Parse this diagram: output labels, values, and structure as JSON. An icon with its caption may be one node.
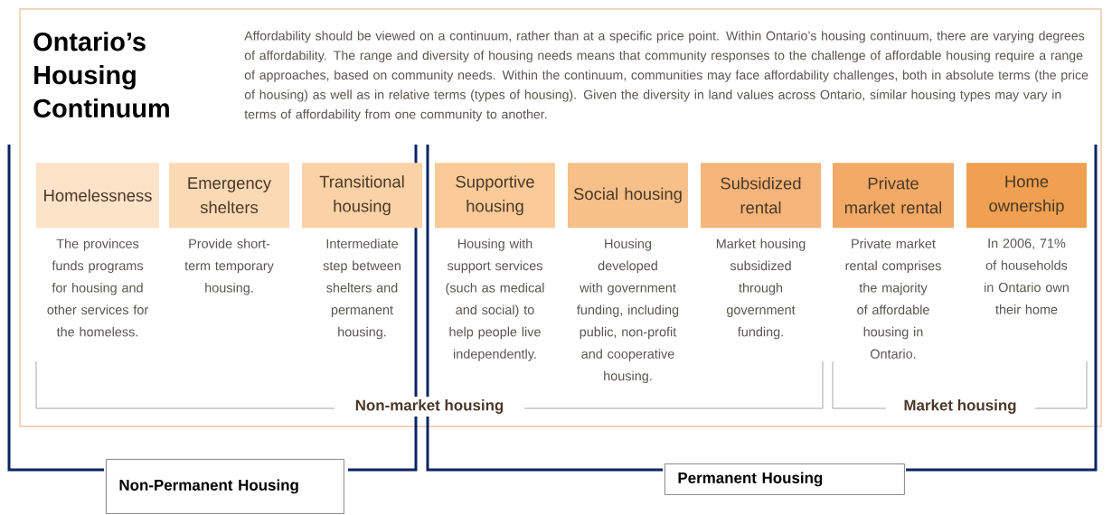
{
  "diagram": {
    "title": "Ontario’s Housing Continuum",
    "nodes": [
      {
        "text": [
          "Homelessness"
        ],
        "beside": [
          "The provinces funds programs for housing and other services for the homeless."
        ]
      },
      {
        "text": [
          "Emergency shelters"
        ],
        "beside": [
          "Provide short-term temporary housing."
        ]
      },
      {
        "text": [
          "Transitional housing"
        ],
        "beside": [
          "Intermediate step between shelters and permanent housing."
        ]
      },
      {
        "text": [
          "Supportive housing"
        ],
        "beside": [
          "Housing with support services (such as medical and social) to help people live independently."
        ]
      },
      {
        "text": [
          "Social housing"
        ],
        "beside": [
          "Housing developed with government funding, including public, non-profit and cooperative housing."
        ]
      },
      {
        "text": [
          "Subsidized rental"
        ],
        "beside": [
          "Market housing subsidized through government funding."
        ]
      },
      {
        "text": [
          "Private market rental"
        ],
        "beside": [
          "Private market rental comprises the majority of affordable housing in Ontario."
        ]
      },
      {
        "text": [
          "Home ownership"
        ],
        "beside": [
          "In 2006, 71% of households in Ontario own their home"
        ]
      },
      {
        "text": [
          "Non-Permanent Housing"
        ]
      },
      {
        "text": [
          "Permanent Housing"
        ]
      }
    ],
    "labels": [
      "Affordability should be viewed on a continuum, rather than at a specific price point. Within Ontario’s housing continuum, there are varying degrees of affordability. The range and diversity of housing needs means that community responses to the challenge of affordable housing require a range of approaches, based on community needs. Within the continuum, communities may face affordability challenges, both in absolute terms (the price of housing) as well as in relative terms (types of housing). Given the diversity in land values across Ontario, similar housing types may vary in terms of affordability from one community to another.",
      "Non-market housing",
      "Market housing"
    ]
  }
}
